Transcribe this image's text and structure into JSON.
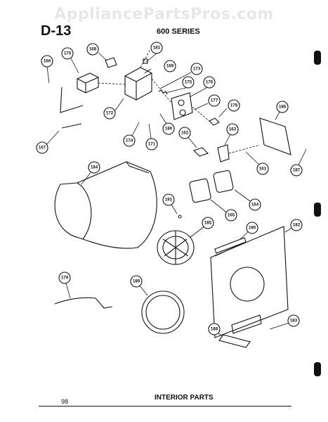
{
  "watermark": "AppliancePartsPros.com",
  "header": {
    "code": "D-13",
    "series": "600 SERIES"
  },
  "footer": {
    "page_number": "98",
    "title": "INTERIOR PARTS"
  },
  "callouts": {
    "c166": "166",
    "c170": "170",
    "c168": "168",
    "c181": "181",
    "c169": "169",
    "c173": "173",
    "c175": "175",
    "c176": "176",
    "c177": "177",
    "c178": "178",
    "c172": "172",
    "c180": "180",
    "c174": "174",
    "c171": "171",
    "c167": "167",
    "c184": "184",
    "c162": "162",
    "c163": "163",
    "c186": "186",
    "c161": "161",
    "c187": "187",
    "c191": "191",
    "c185": "185",
    "c165": "165",
    "c164": "164",
    "c190": "190",
    "c182": "182",
    "c179": "179",
    "c189": "189",
    "c188": "188",
    "c183": "183"
  }
}
